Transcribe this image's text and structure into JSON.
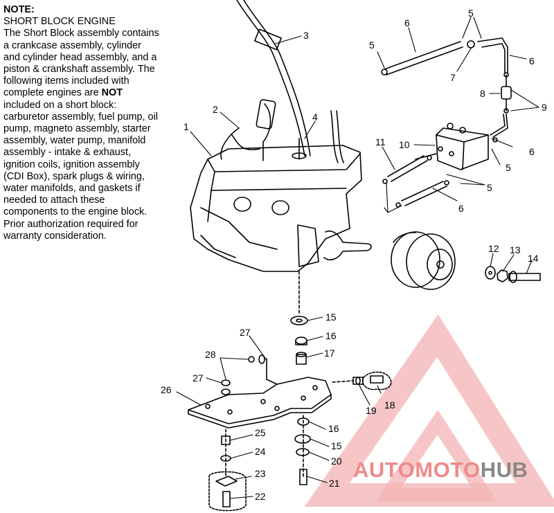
{
  "note": {
    "heading": "NOTE:",
    "title": "SHORT BLOCK ENGINE",
    "body_1": "The Short Block assembly contains a crankcase assembly, cylinder and cylinder head assembly, and a piston & crankshaft assembly.  The following items included with complete engines are ",
    "body_not": "NOT",
    "body_2": " included on a short block: carburetor assembly, fuel pump, oil pump, magneto assembly, starter assembly, water pump, manifold assembly - intake & exhaust, ignition coils, ignition assembly (CDI Box), spark plugs & wiring, water manifolds, and gaskets if needed to attach these components to the engine block.  Prior authorization required for warranty consideration."
  },
  "callouts": [
    "1",
    "2",
    "3",
    "4",
    "5",
    "5",
    "6",
    "6",
    "7",
    "8",
    "9",
    "10",
    "11",
    "5",
    "5",
    "6",
    "6",
    "12",
    "13",
    "14",
    "15",
    "16",
    "17",
    "27",
    "28",
    "27",
    "26",
    "18",
    "19",
    "25",
    "16",
    "15",
    "24",
    "20",
    "23",
    "21",
    "22"
  ],
  "watermark": {
    "part1": "AUTO",
    "part2": "MOTO",
    "part3": "HUB",
    "color_auto": "#f08a8a",
    "color_moto": "#f08a8a",
    "color_hub": "#888888",
    "logo_color": "#f3b3b3"
  }
}
